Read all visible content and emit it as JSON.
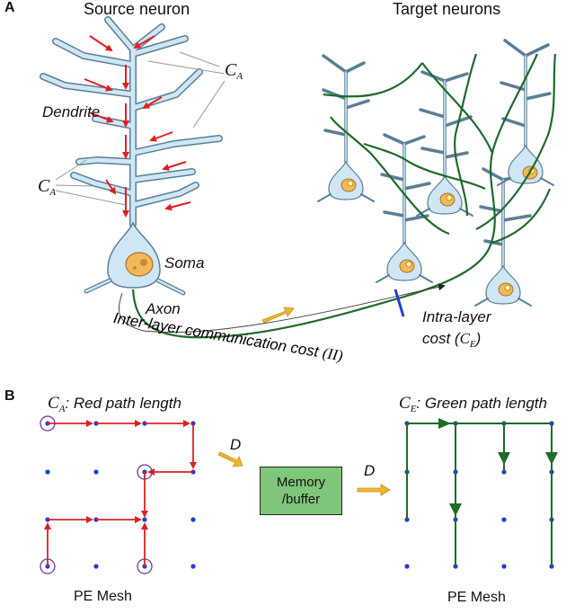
{
  "panelA": {
    "letter": "A",
    "source_title": "Source neuron",
    "target_title": "Target neurons",
    "dendrite": "Dendrite",
    "soma": "Soma",
    "axon": "Axon",
    "ca_sym": "C",
    "ca_sub": "A",
    "inter_layer_text": "Inter-layer communication cost ",
    "inter_layer_sym": "(II)",
    "intra_line1": "Intra-layer",
    "intra_line2_pre": "cost (",
    "intra_sym": "C",
    "intra_sub": "E",
    "intra_close": ")"
  },
  "panelB": {
    "letter": "B",
    "ca_sym": "C",
    "ca_sub": "A",
    "ca_text": ": Red path length",
    "ce_sym": "C",
    "ce_sub": "E",
    "ce_text": ": Green path length",
    "d_label_left": "D",
    "d_label_right": "D",
    "memory_line1": "Memory",
    "memory_line2": "/buffer",
    "mesh_left": "PE Mesh",
    "mesh_right": "PE Mesh"
  },
  "colors": {
    "neuron_fill": "#cfe7f5",
    "neuron_stroke": "#5a7f96",
    "red": "#e02020",
    "green": "#1e6b2a",
    "blue": "#1f3fd0",
    "orange": "#f0b430",
    "memory_box": "#7fc67a"
  }
}
